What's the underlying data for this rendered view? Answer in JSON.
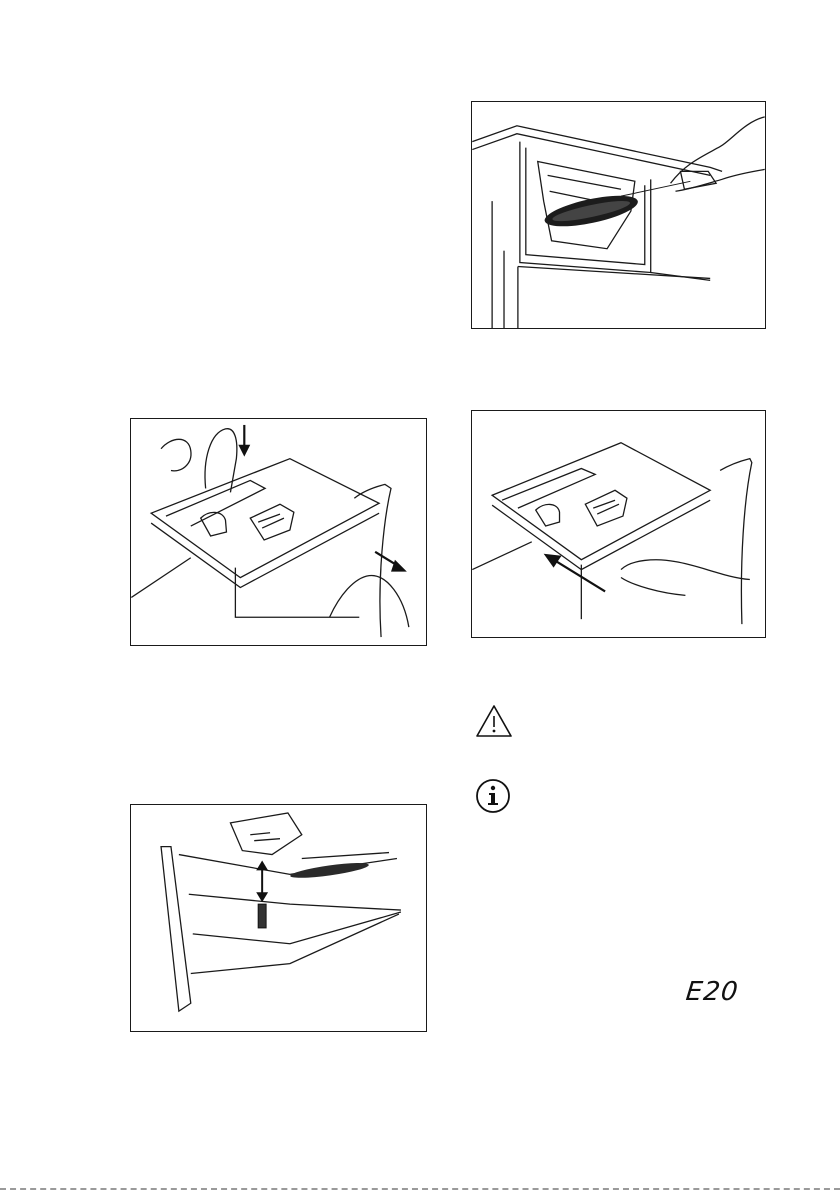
{
  "figures": [
    {
      "name": "dispenser-cleaning-brush-illustration"
    },
    {
      "name": "dispenser-release-lever-illustration"
    },
    {
      "name": "dispenser-reinsert-illustration"
    },
    {
      "name": "siphon-removal-illustration"
    }
  ],
  "icons": {
    "warning": "warning-triangle-icon",
    "info": "info-circle-icon"
  },
  "display": {
    "error_code": "E20"
  },
  "colors": {
    "line": "#1a1a1a",
    "brush": "#222222"
  }
}
